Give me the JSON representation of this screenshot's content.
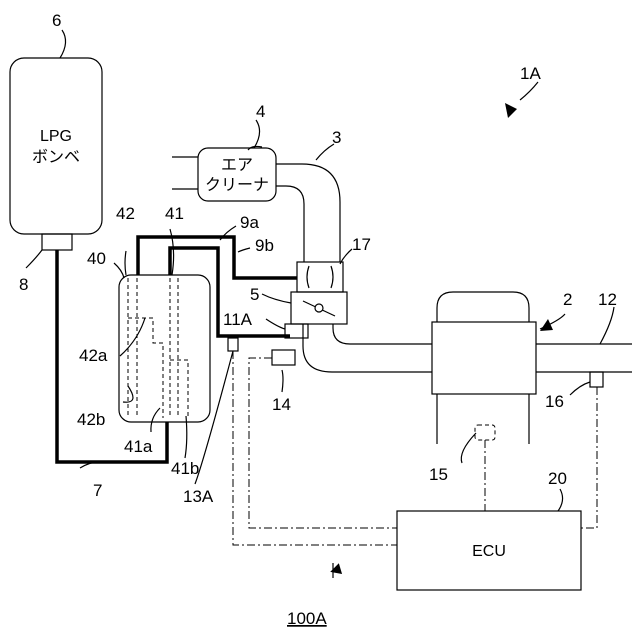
{
  "tank": {
    "line1": "LPG",
    "line2": "ボンベ"
  },
  "air_cleaner": {
    "line1": "エア",
    "line2": "クリーナ"
  },
  "ecu": {
    "label": "ECU"
  },
  "labels": {
    "l1A": "1A",
    "l2": "2",
    "l3": "3",
    "l4": "4",
    "l5": "5",
    "l6": "6",
    "l7": "7",
    "l8": "8",
    "l9a": "9a",
    "l9b": "9b",
    "l11A": "11A",
    "l12": "12",
    "l13A": "13A",
    "l14": "14",
    "l15": "15",
    "l16": "16",
    "l17": "17",
    "l20": "20",
    "l40": "40",
    "l41": "41",
    "l41a": "41a",
    "l41b": "41b",
    "l42": "42",
    "l42a": "42a",
    "l42b": "42b",
    "l100A": "100A"
  }
}
